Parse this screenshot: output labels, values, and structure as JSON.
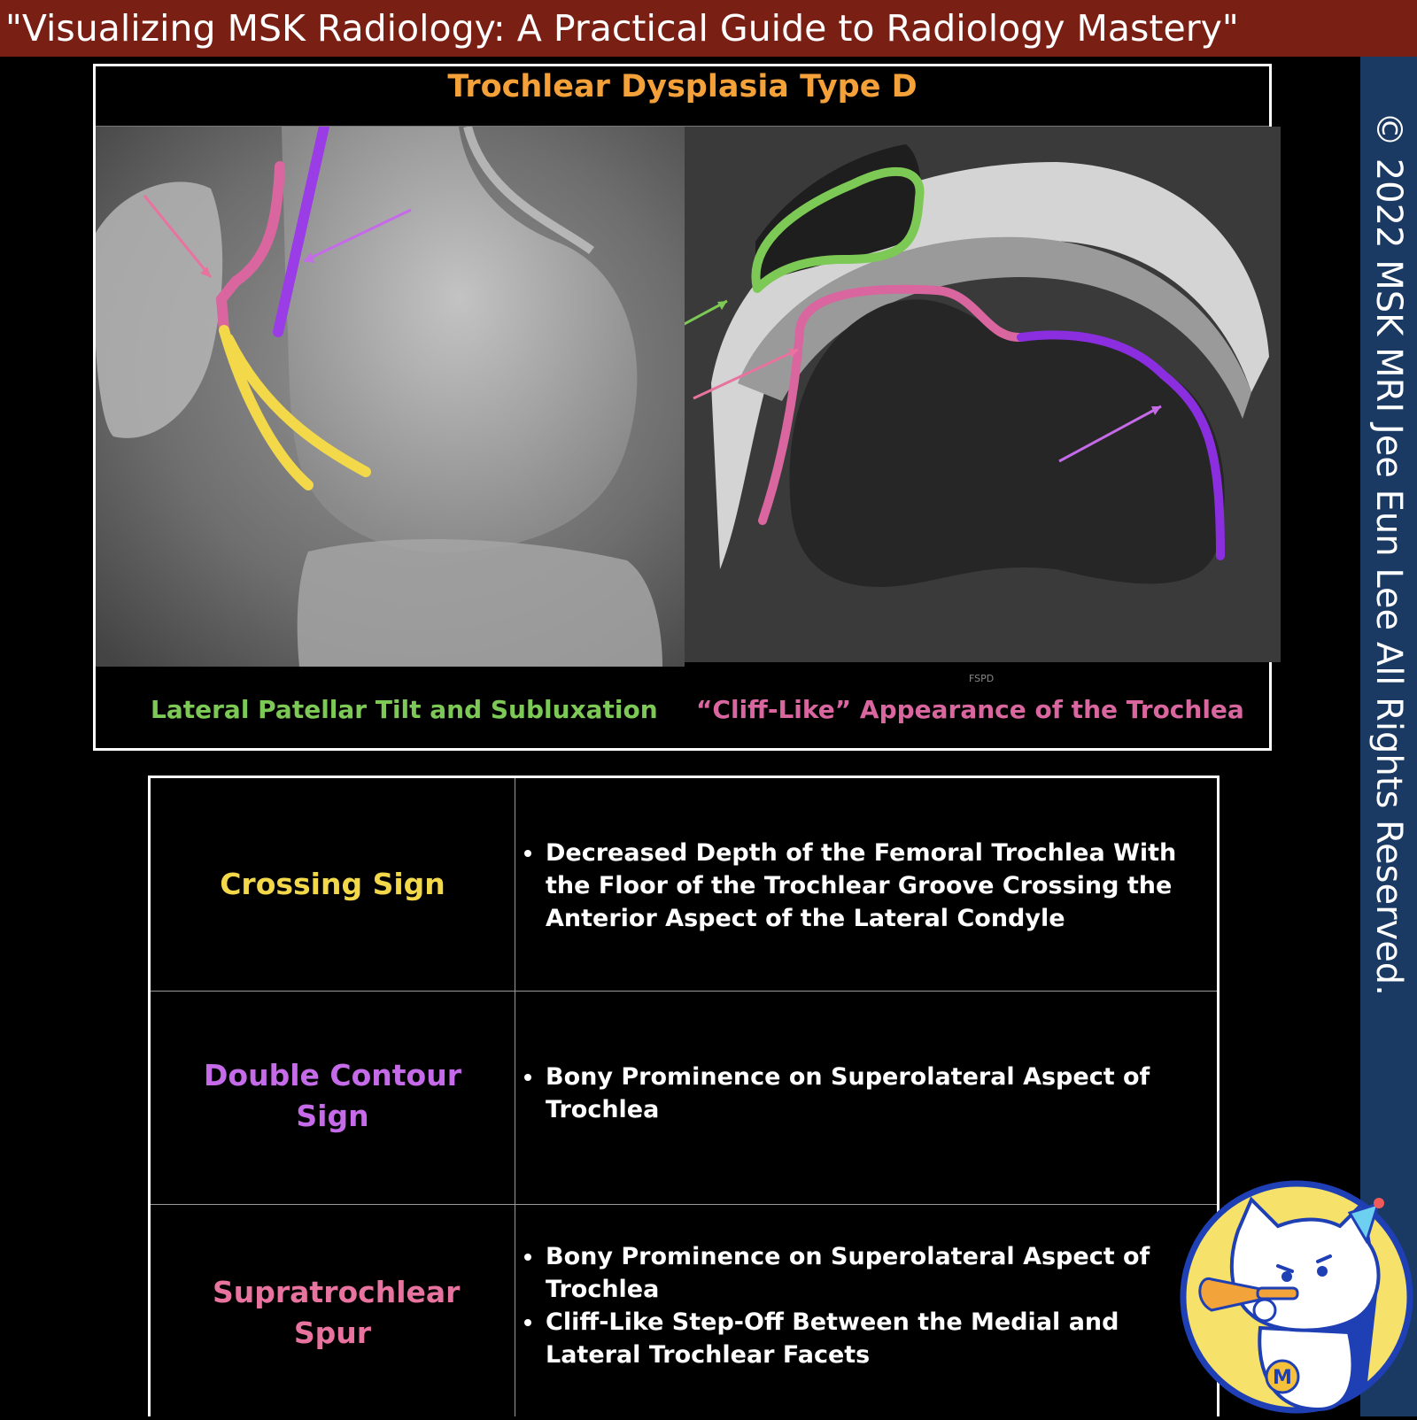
{
  "banner": {
    "title": "\"Visualizing MSK Radiology: A Practical Guide to Radiology Mastery\""
  },
  "copyright": "© 2022 MSK MRI Jee Eun Lee All Rights Reserved.",
  "figure": {
    "title": "Trochlear Dysplasia Type D",
    "left_caption": "Lateral Patellar Tilt and Subluxation",
    "right_caption": "“Cliff-Like” Appearance of the Trochlea",
    "mri_label": "FSPD"
  },
  "colors": {
    "banner": "#7a1f13",
    "side_strip": "#1b3a63",
    "title": "#f5a13a",
    "green": "#7dc955",
    "pink": "#d9669f",
    "purple": "#9b3de6",
    "yellow": "#f3d94a",
    "double_contour": "#c56ae8",
    "supratrochlear": "#e8739f"
  },
  "table": {
    "rows": [
      {
        "sign": "Crossing Sign",
        "color": "#f3d94a",
        "points": [
          "Decreased Depth of the Femoral Trochlea With the Floor of the Trochlear Groove Crossing the Anterior Aspect of the Lateral Condyle"
        ]
      },
      {
        "sign": "Double Contour Sign",
        "color": "#c56ae8",
        "points": [
          "Bony Prominence on Superolateral Aspect of Trochlea"
        ]
      },
      {
        "sign": "Supratrochlear Spur",
        "color": "#e8739f",
        "points": [
          "Bony Prominence on Superolateral Aspect of Trochlea",
          "Cliff-Like Step-Off Between the Medial and Lateral Trochlear Facets"
        ]
      }
    ]
  },
  "mascot": {
    "icon": "cat-mascot-with-trumpet-icon",
    "badge_letter": "M"
  }
}
